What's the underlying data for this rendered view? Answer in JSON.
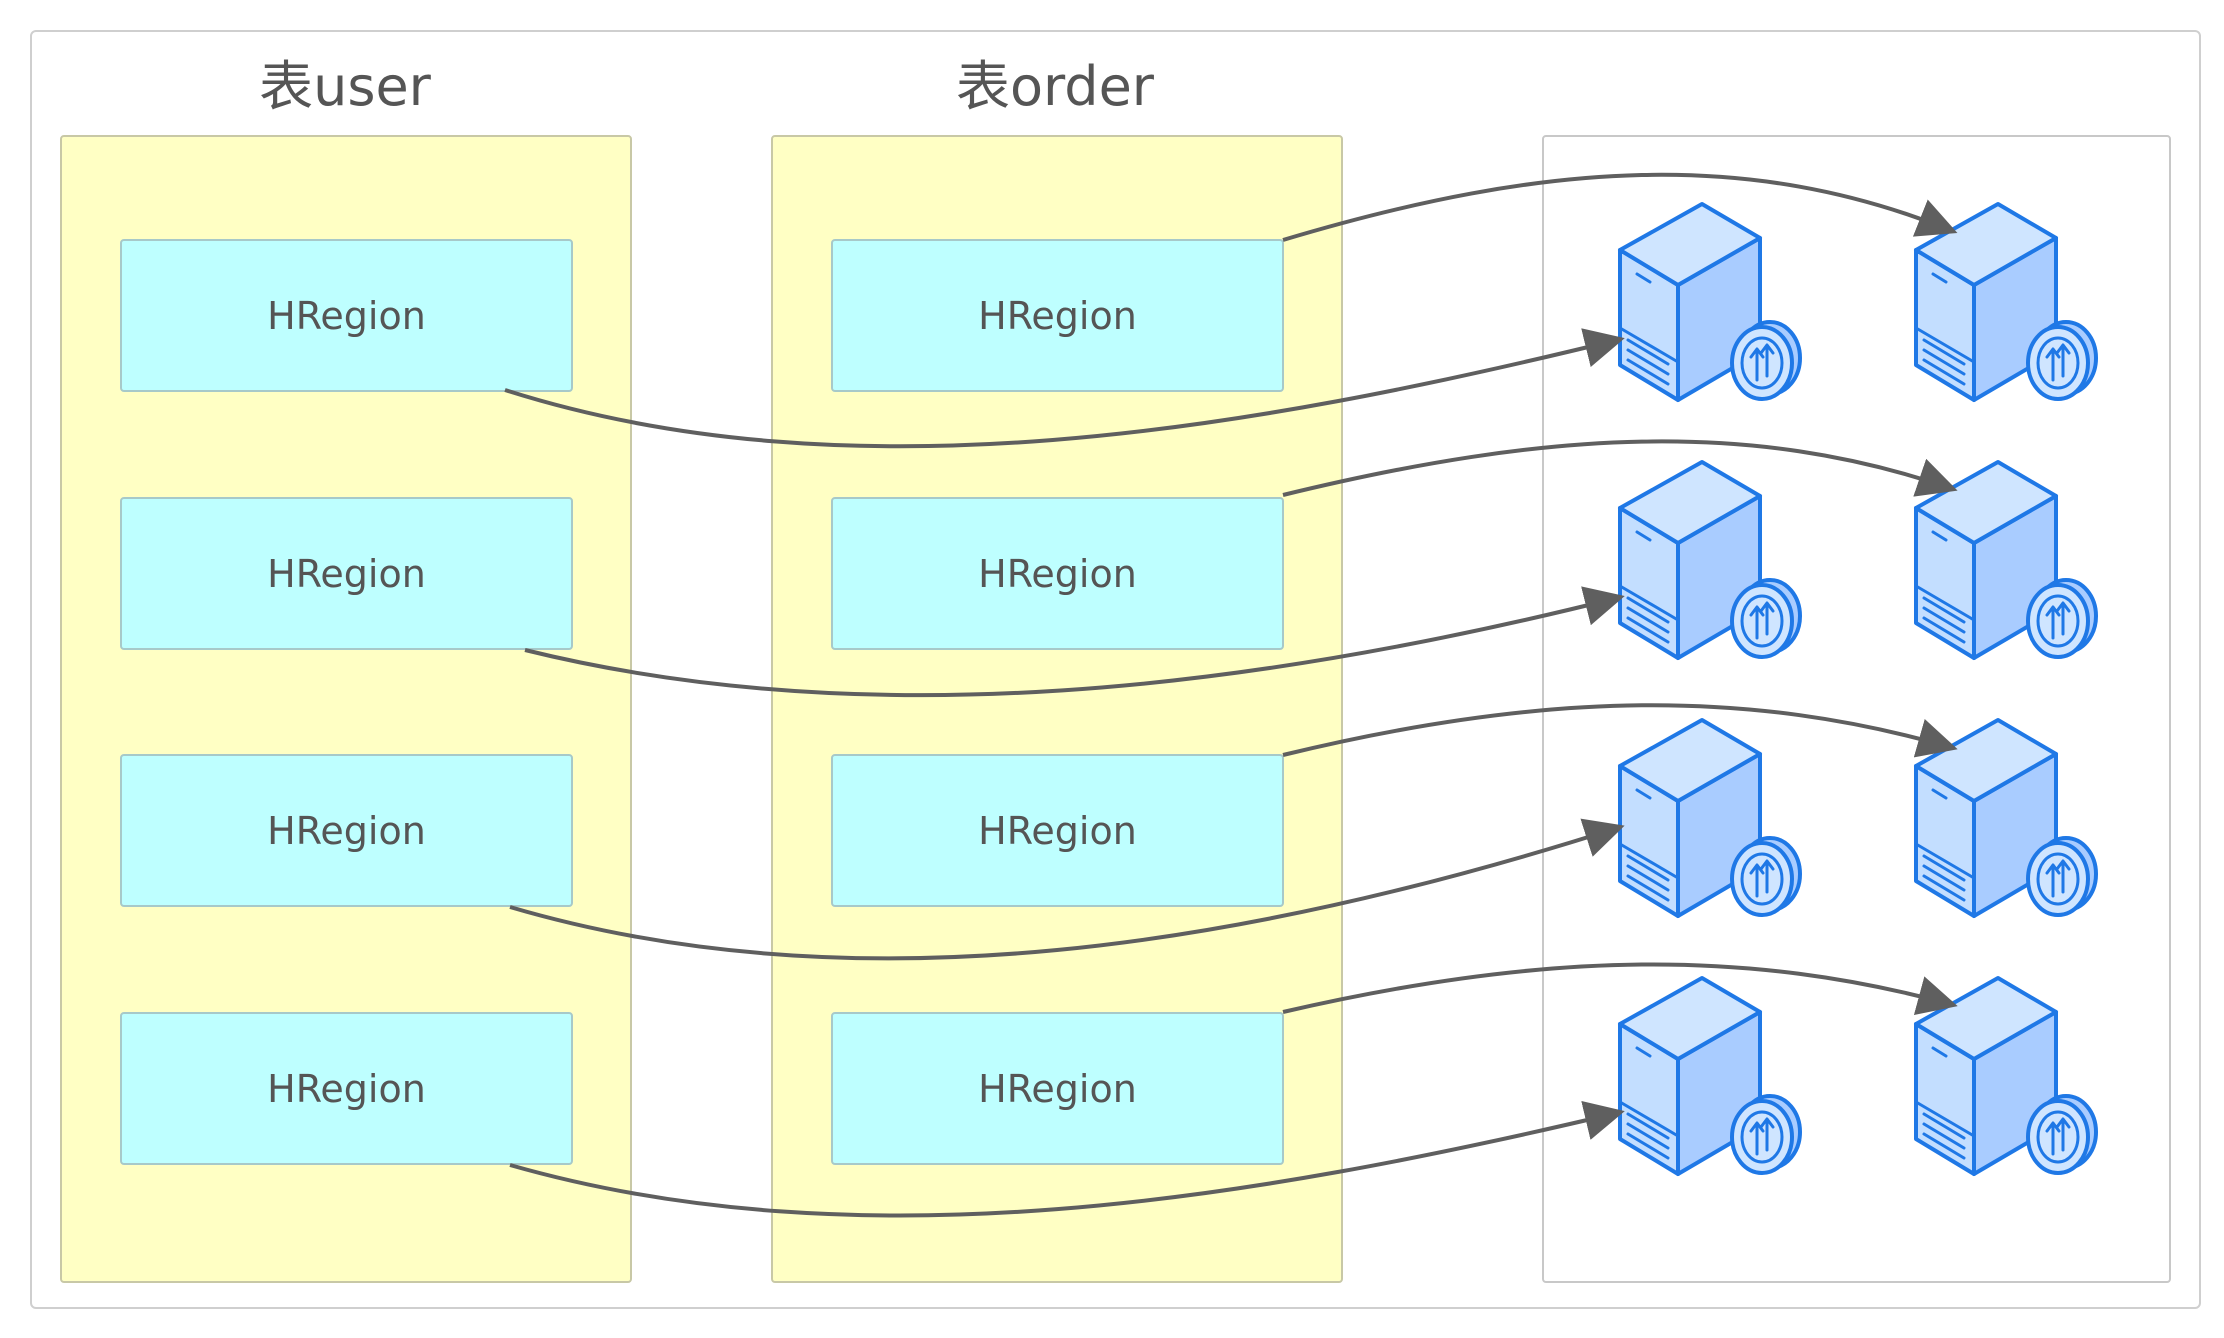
{
  "tables": [
    {
      "title": "表user",
      "regions": [
        "HRegion",
        "HRegion",
        "HRegion",
        "HRegion"
      ]
    },
    {
      "title": "表order",
      "regions": [
        "HRegion",
        "HRegion",
        "HRegion",
        "HRegion"
      ]
    }
  ],
  "server_grid": {
    "rows": 4,
    "columns": 2,
    "icon": "server-icon"
  },
  "colors": {
    "table_panel": "#ffffc4",
    "region": "#beffff",
    "server_fill": "#b9d8ff",
    "server_stroke": "#1f78e6",
    "arrow": "#5f5f5f",
    "text": "#555555"
  }
}
